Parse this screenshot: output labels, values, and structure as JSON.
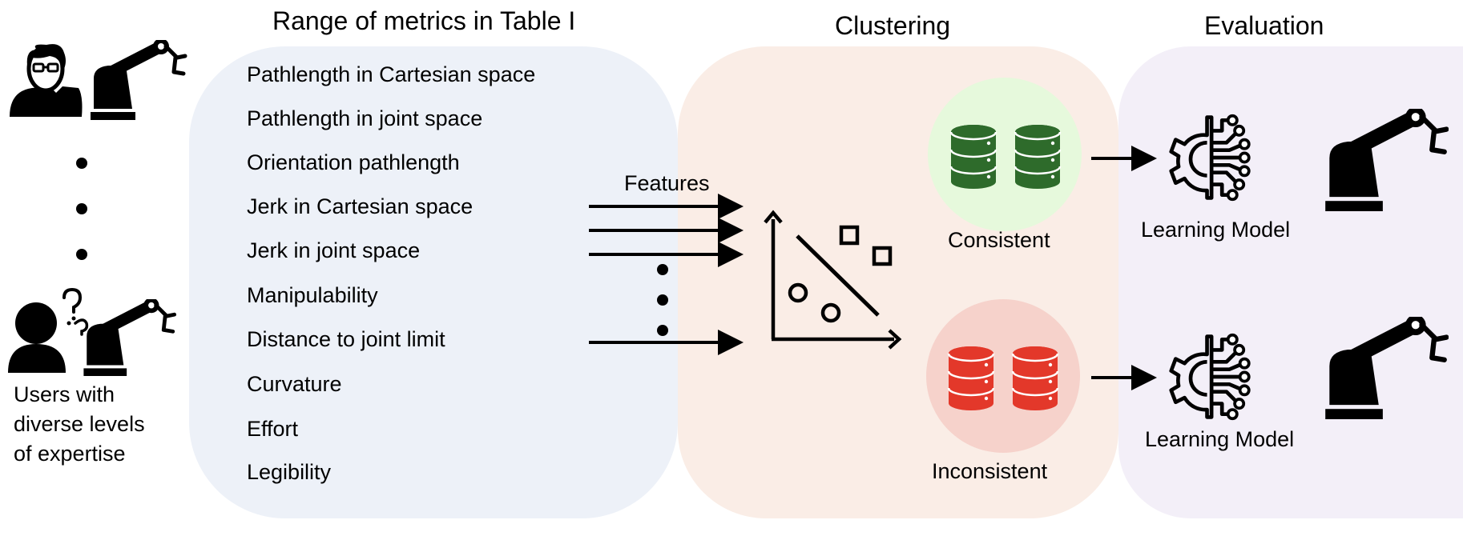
{
  "headers": {
    "metrics": "Range of metrics in Table I",
    "clustering": "Clustering",
    "evaluation": "Evaluation"
  },
  "metrics": [
    "Pathlength in Cartesian space",
    "Pathlength in joint space",
    "Orientation pathlength",
    "Jerk in Cartesian space",
    "Jerk in joint space",
    "Manipulability",
    "Distance to joint limit",
    "Curvature",
    "Effort",
    "Legibility"
  ],
  "features_label": "Features",
  "clusters": {
    "consistent": "Consistent",
    "inconsistent": "Inconsistent"
  },
  "models": {
    "top": "Learning Model",
    "bottom": "Learning Model"
  },
  "users": {
    "line1": "Users with",
    "line2": "diverse levels",
    "line3": "of expertise"
  },
  "colors": {
    "metrics_panel": "#edf1f8",
    "clustering_panel": "#faede6",
    "evaluation_panel": "#f3eff8",
    "consistent_circle": "#e6f9dc",
    "consistent_db": "#2e6b2b",
    "inconsistent_circle": "#f6d2cb",
    "inconsistent_db": "#e3382a"
  },
  "icons": [
    "expert-user-icon",
    "novice-user-icon",
    "robot-arm-icon",
    "database-icon",
    "learning-model-icon",
    "scatter-plot-icon"
  ]
}
